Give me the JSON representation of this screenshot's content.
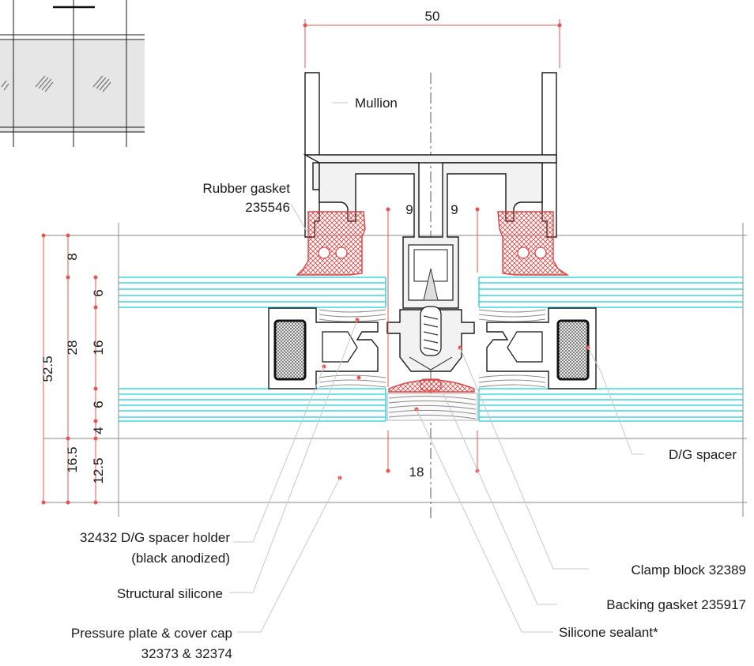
{
  "dimensions": {
    "top_width": "50",
    "inner_left": "9",
    "inner_right": "9",
    "gap_bottom": "18",
    "total_height": "52.5",
    "glass_unit": "28",
    "offset_top": "8",
    "pane_top": "6",
    "cavity": "16",
    "pane_bottom": "6",
    "inner_ply": "4",
    "cap_total": "16.5",
    "cap_depth": "12.5"
  },
  "labels": {
    "mullion": "Mullion",
    "rubber_gasket_line1": "Rubber gasket",
    "rubber_gasket_line2": "235546",
    "dg_spacer": "D/G spacer",
    "spacer_holder_line1": "32432 D/G spacer holder",
    "spacer_holder_line2": "(black anodized)",
    "structural_silicone": "Structural silicone",
    "pressure_plate_line1": "Pressure plate & cover cap",
    "pressure_plate_line2": "32373 & 32374",
    "clamp_block": "Clamp block 32389",
    "backing_gasket": "Backing gasket 235917",
    "silicone_sealant": "Silicone sealant*"
  },
  "colors": {
    "dimension": "#e8554e",
    "glass_edge": "#19d0dc",
    "gasket_fill": "#f3c8c8",
    "leader": "#c8c8c8"
  }
}
